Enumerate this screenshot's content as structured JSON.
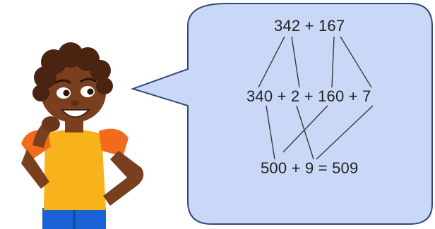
{
  "equations": {
    "top": "342 + 167",
    "middle": "340 + 2 + 160 + 7",
    "bottom": "500 + 9 = 509"
  },
  "colors": {
    "bubble_fill": "#c9d8f6",
    "bubble_stroke": "#2f4a7a",
    "connector_lines": "#3a3a3a",
    "skin": "#7a3f1e",
    "hair": "#4a2410",
    "shirt": "#f7b21c",
    "sleeves": "#f26a1b",
    "shorts": "#1a63d6"
  },
  "icons": {
    "character": "thinking-child-illustration"
  }
}
